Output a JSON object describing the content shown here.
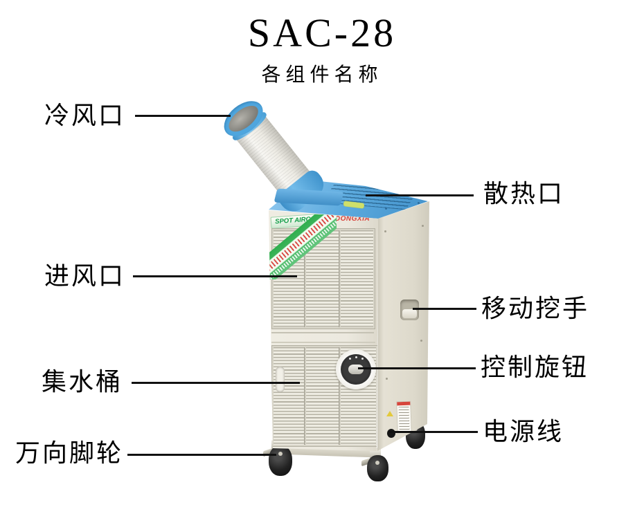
{
  "title": "SAC-28",
  "subtitle": "各组件名称",
  "callouts": {
    "cold_air_outlet": "冷风口",
    "heat_exhaust": "散热口",
    "air_inlet": "进风口",
    "carry_handle": "移动挖手",
    "water_bucket": "集水桶",
    "control_knob": "控制旋钮",
    "power_cord": "电源线",
    "casters": "万向脚轮"
  },
  "branding": {
    "front_label": "SPOT AIRCON",
    "logo": "DONGXIA"
  },
  "colors": {
    "accent_blue": "#58a9df",
    "body_cream": "#ece9df",
    "grille_gray": "#b5b2a4",
    "logo_red": "#d6453c",
    "label_green": "#0f9c46",
    "wheel_black": "#1c1c1c",
    "text_black": "#000000"
  }
}
